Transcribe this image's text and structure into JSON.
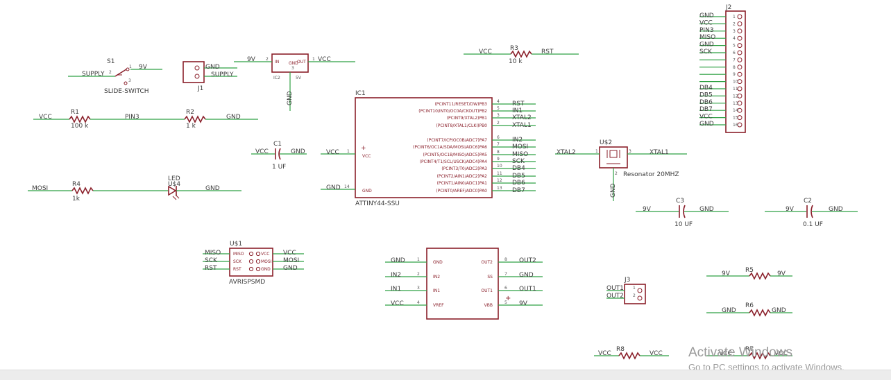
{
  "colors": {
    "net": "#2fa044",
    "symbol": "#8a1f2a",
    "text": "#3a3a3a",
    "background": "#ffffff"
  },
  "components": {
    "s1": {
      "ref": "S1",
      "value": "SLIDE-SWITCH",
      "pins": [
        "SUPPLY",
        "9V"
      ]
    },
    "j1": {
      "ref": "J1",
      "pins": [
        "GND",
        "SUPPLY"
      ]
    },
    "ic2": {
      "ref": "IC2",
      "value": "5V",
      "in_net": "9V",
      "out_net": "VCC",
      "gnd_net": "GND",
      "pin_in": "IN",
      "pin_out": "OUT",
      "pin_gnd": "GND"
    },
    "r1": {
      "ref": "R1",
      "value": "100 k"
    },
    "r2": {
      "ref": "R2",
      "value": "1 k"
    },
    "r3": {
      "ref": "R3",
      "value": "10 k"
    },
    "r4": {
      "ref": "R4",
      "value": "1k"
    },
    "r5": {
      "ref": "R5"
    },
    "r6": {
      "ref": "R6"
    },
    "r7": {
      "ref": "R7"
    },
    "r8": {
      "ref": "R8"
    },
    "c1": {
      "ref": "C1",
      "value": "1 UF"
    },
    "c2": {
      "ref": "C2",
      "value": "0.1 UF"
    },
    "c3": {
      "ref": "C3",
      "value": "10 UF"
    },
    "led": {
      "ref": "U$4",
      "value": "LED"
    },
    "u2": {
      "ref": "U$2",
      "value": "Resonator 20MHZ"
    },
    "u1": {
      "ref": "U$1",
      "value": "AVRISPSMD",
      "pins_left": [
        "MISO",
        "SCK",
        "RST"
      ],
      "pins_right": [
        "VCC",
        "MOSI",
        "GND"
      ]
    },
    "ic1": {
      "ref": "IC1",
      "value": "ATTINY44-SSU",
      "vcc_pin": "VCC",
      "gnd_pin": "GND",
      "pins_top": [
        "(PCINT11/RESET/DW)PB3",
        "(PCINT10/INT0/OC0A/CKOUT)PB2",
        "(PCINT9/XTAL2)PB1",
        "(PCINT8/XTAL1/CLKI)PB0"
      ],
      "pins_bottom": [
        "(PCINT7/ICP/OC0B/ADC7)PA7",
        "(PCINT6/OC1A/SDA/MOSI/ADC6)PA6",
        "(PCINT5/OC1B/MISO/ADC5)PA5",
        "(PCINT4/T1/SCL/USCK/ADC4)PA4",
        "(PCINT3/T0/ADC3)PA3",
        "(PCINT2/AIN1/ADC2)PA2",
        "(PCINT1/AIN0/ADC1)PA1",
        "(PCINT0/AREF/ADC0)PA0"
      ],
      "nums_top": [
        "4",
        "5",
        "3",
        "2"
      ],
      "nums_bottom": [
        "6",
        "7",
        "8",
        "9",
        "10",
        "11",
        "12",
        "13"
      ],
      "nets_top": [
        "RST",
        "IN1",
        "XTAL2",
        "XTAL1"
      ],
      "nets_bottom": [
        "IN2",
        "MOSI",
        "MISO",
        "SCK",
        "DB4",
        "DB5",
        "DB6",
        "DB7"
      ]
    },
    "drv": {
      "pins_left": [
        "GND",
        "IN2",
        "IN1",
        "VREF"
      ],
      "pins_right": [
        "OUT2",
        "SS",
        "OUT1",
        "VBB"
      ],
      "nums_left": [
        "1",
        "2",
        "3",
        "4"
      ],
      "nums_right": [
        "8",
        "7",
        "6",
        "5"
      ],
      "nets_left": [
        "GND",
        "IN2",
        "IN1",
        "VCC"
      ],
      "nets_right": [
        "OUT2",
        "GND",
        "OUT1",
        "9V"
      ]
    },
    "j3": {
      "ref": "J3",
      "nets": [
        "OUT1",
        "OUT2"
      ]
    },
    "j2": {
      "ref": "J2",
      "nets": [
        "GND",
        "VCC",
        "PIN3",
        "MISO",
        "GND",
        "SCK",
        "",
        "",
        "",
        "",
        "DB4",
        "DB5",
        "DB6",
        "DB7",
        "VCC",
        "GND"
      ]
    }
  },
  "nets": {
    "r1": [
      "VCC",
      "PIN3",
      "GND"
    ],
    "r3": [
      "VCC",
      "RST"
    ],
    "r4": [
      "MOSI",
      "GND"
    ],
    "c1": [
      "VCC",
      "GND"
    ],
    "c3": [
      "9V",
      "GND"
    ],
    "c2": [
      "9V",
      "GND"
    ],
    "r5": [
      "9V",
      "9V"
    ],
    "r6": [
      "GND",
      "GND"
    ],
    "r7": [
      "VCC",
      "VCC"
    ],
    "r8": [
      "VCC",
      "VCC"
    ],
    "ic1_vcc": "VCC",
    "ic1_gnd": "GND",
    "u2": [
      "XTAL2",
      "XTAL1",
      "GND"
    ]
  },
  "watermark": {
    "title": "Activate Windows",
    "subtitle": "Go to PC settings to activate Windows."
  }
}
